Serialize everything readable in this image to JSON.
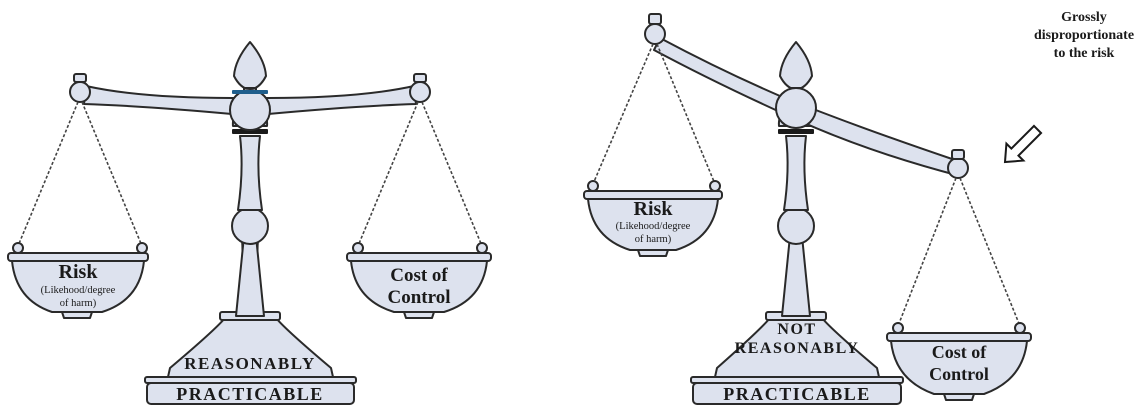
{
  "left_scale": {
    "pan_left": {
      "title": "Risk",
      "sub_line1": "(Likehood/degree",
      "sub_line2": "of harm)"
    },
    "pan_right": {
      "line1": "Cost of",
      "line2": "Control"
    },
    "base": {
      "line1": "REASONABLY",
      "line2": "PRACTICABLE"
    }
  },
  "right_scale": {
    "pan_left": {
      "title": "Risk",
      "sub_line1": "(Likehood/degree",
      "sub_line2": "of harm)"
    },
    "pan_right": {
      "line1": "Cost of",
      "line2": "Control"
    },
    "base": {
      "line1": "NOT",
      "line2": "REASONABLY",
      "line3": "PRACTICABLE"
    }
  },
  "annotation": {
    "line1": "Grossly",
    "line2": "disproportionate",
    "line3": "to the risk",
    "arrow_icon": "arrow-down-left-icon"
  },
  "colors": {
    "metal_fill": "#dde2ee",
    "outline": "#2a2a2a",
    "band_blue": "#1f5e8c"
  }
}
